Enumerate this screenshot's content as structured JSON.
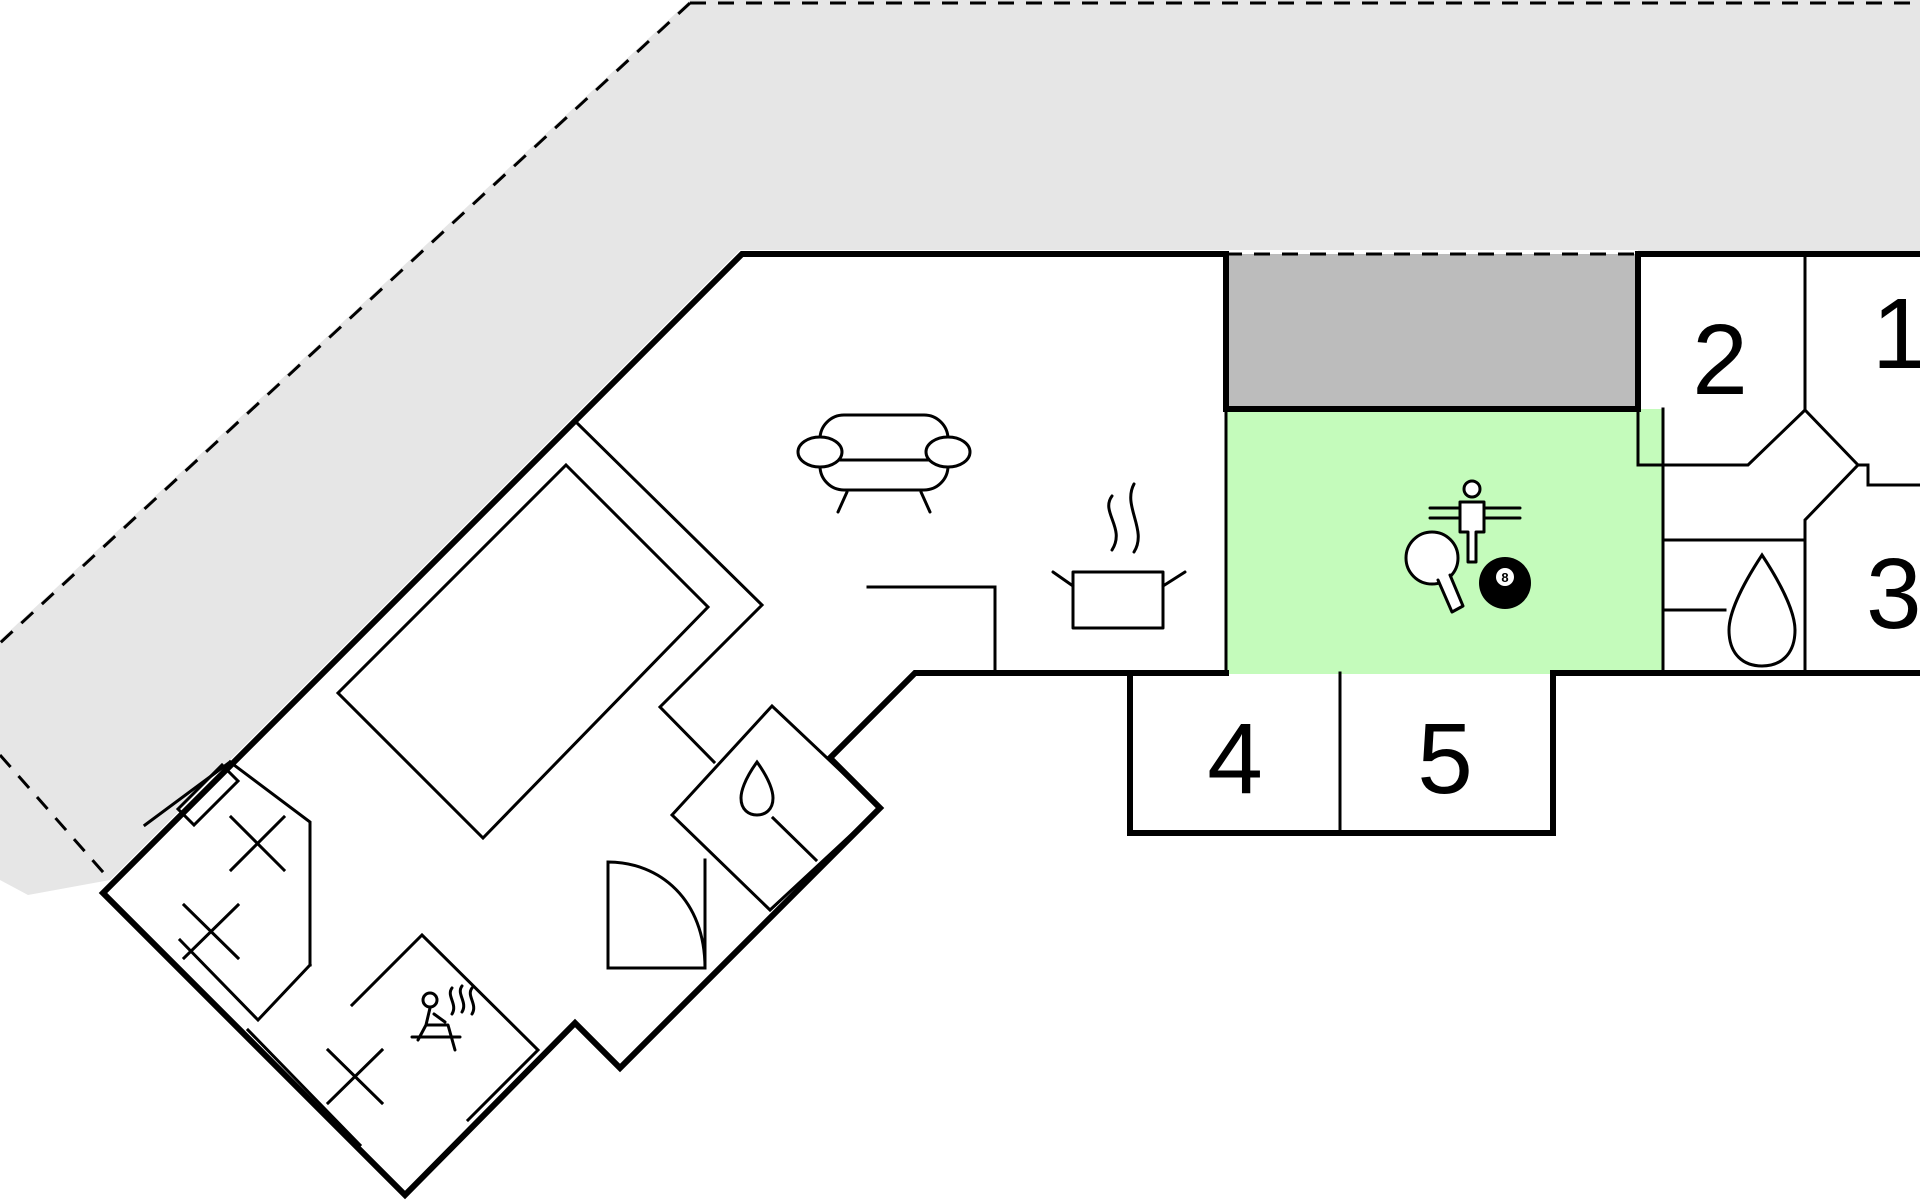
{
  "colors": {
    "terrace": "#e6e6e6",
    "covered_area": "#bcbcbc",
    "game_room": "#c4fbbb",
    "water": "#b0ffff",
    "line": "#000000",
    "steam": "#888888"
  },
  "rooms": [
    {
      "key": "room-1",
      "number": "1"
    },
    {
      "key": "room-2",
      "number": "2"
    },
    {
      "key": "room-3",
      "number": "3"
    },
    {
      "key": "room-4",
      "number": "4"
    },
    {
      "key": "room-5",
      "number": "5"
    }
  ],
  "icons": {
    "pool": "pool-icon",
    "sofa": "sofa-icon",
    "cooking_pot": "cooking-pot-icon",
    "table_football": "table-football-icon",
    "table_tennis": "table-tennis-icon",
    "billiard_ball": "billiard-ball-icon",
    "billiard_label": "8",
    "water_drop": "water-drop-icon",
    "sauna": "sauna-icon",
    "shower": "shower-icon",
    "bed": "bed-icon"
  }
}
